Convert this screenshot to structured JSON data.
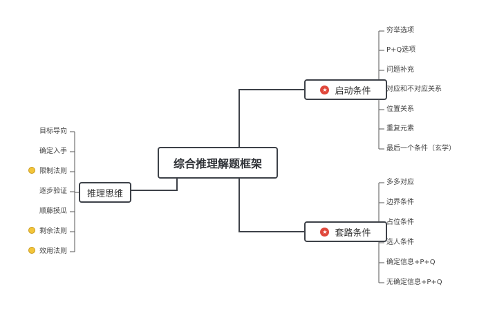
{
  "root": {
    "label": "综合推理解题框架"
  },
  "left_branch": {
    "label": "推理思维",
    "leaves": [
      {
        "label": "目标导向",
        "icon": null
      },
      {
        "label": "确定入手",
        "icon": null
      },
      {
        "label": "限制法则",
        "icon": "face-icon"
      },
      {
        "label": "逐步验证",
        "icon": null
      },
      {
        "label": "顺藤摸瓜",
        "icon": null
      },
      {
        "label": "剩余法则",
        "icon": "face-icon"
      },
      {
        "label": "效用法则",
        "icon": "face-icon"
      }
    ]
  },
  "start_branch": {
    "label": "启动条件",
    "icon": "star-icon",
    "leaves": [
      {
        "label": "穷举选项"
      },
      {
        "label": "P+Q选项"
      },
      {
        "label": "问题补充"
      },
      {
        "label": "对应和不对应关系"
      },
      {
        "label": "位置关系"
      },
      {
        "label": "重复元素"
      },
      {
        "label": "最后一个条件（玄学）"
      }
    ]
  },
  "trick_branch": {
    "label": "套路条件",
    "icon": "star-icon",
    "leaves": [
      {
        "label": "多多对应"
      },
      {
        "label": "边界条件"
      },
      {
        "label": "占位条件"
      },
      {
        "label": "选人条件"
      },
      {
        "label": "确定信息+P+Q"
      },
      {
        "label": "无确定信息+P+Q"
      }
    ]
  },
  "colors": {
    "line": "#3d4148",
    "leaf_line": "#555555",
    "star": "#e0473b",
    "face": "#f3c53a"
  }
}
